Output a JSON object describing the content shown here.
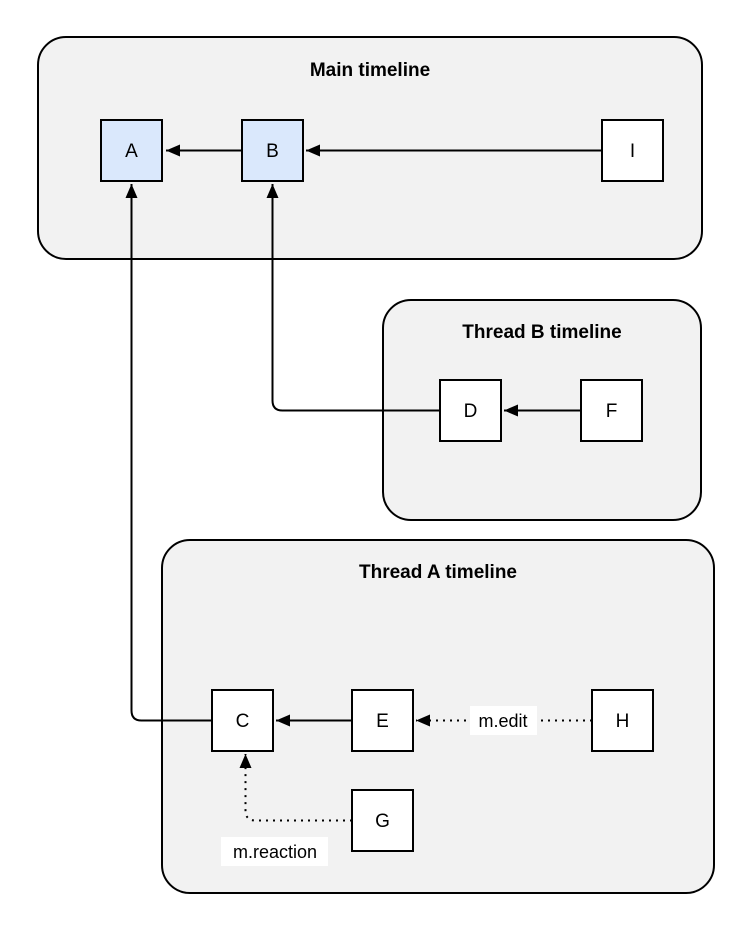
{
  "diagram": {
    "colors": {
      "background": "#ffffff",
      "container_fill": "#f2f2f2",
      "container_stroke": "#000000",
      "node_fill": "#ffffff",
      "highlight_node_fill": "#dae8fc",
      "edge_stroke": "#000000"
    },
    "containers": [
      {
        "title": "Main timeline"
      },
      {
        "title": "Thread B timeline"
      },
      {
        "title": "Thread A timeline"
      }
    ],
    "nodes": [
      {
        "label": "A",
        "container": "Main timeline",
        "highlighted": true
      },
      {
        "label": "B",
        "container": "Main timeline",
        "highlighted": true
      },
      {
        "label": "I",
        "container": "Main timeline",
        "highlighted": false
      },
      {
        "label": "D",
        "container": "Thread B timeline",
        "highlighted": false
      },
      {
        "label": "F",
        "container": "Thread B timeline",
        "highlighted": false
      },
      {
        "label": "C",
        "container": "Thread A timeline",
        "highlighted": false
      },
      {
        "label": "E",
        "container": "Thread A timeline",
        "highlighted": false
      },
      {
        "label": "H",
        "container": "Thread A timeline",
        "highlighted": false
      },
      {
        "label": "G",
        "container": "Thread A timeline",
        "highlighted": false
      }
    ],
    "edges": [
      {
        "from": "B",
        "to": "A",
        "style": "solid",
        "label": ""
      },
      {
        "from": "I",
        "to": "B",
        "style": "solid",
        "label": ""
      },
      {
        "from": "F",
        "to": "D",
        "style": "solid",
        "label": ""
      },
      {
        "from": "D",
        "to": "B",
        "style": "solid",
        "label": ""
      },
      {
        "from": "E",
        "to": "C",
        "style": "solid",
        "label": ""
      },
      {
        "from": "H",
        "to": "E",
        "style": "dotted",
        "label": "m.edit"
      },
      {
        "from": "C",
        "to": "A",
        "style": "solid",
        "label": ""
      },
      {
        "from": "G",
        "to": "C",
        "style": "dotted",
        "label": "m.reaction"
      }
    ]
  }
}
